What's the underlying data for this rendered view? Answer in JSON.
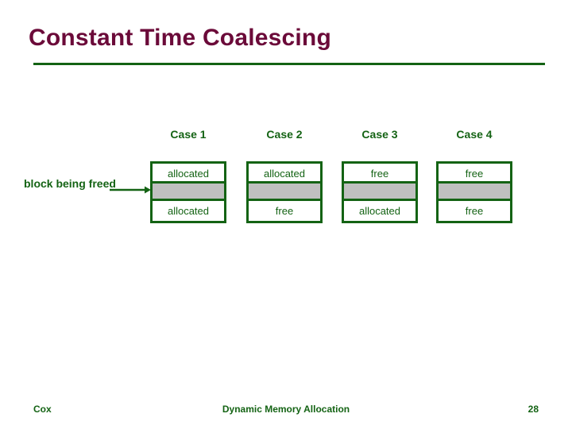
{
  "slide": {
    "title": "Constant Time Coalescing",
    "title_color": "#6b0a39",
    "rule_color": "#146314"
  },
  "diagram": {
    "annotation": {
      "label": "block being freed",
      "arrow_icon": "right-arrow-icon"
    },
    "colors": {
      "border": "#146314",
      "text": "#146314",
      "freed_block_fill": "#c0c0c0",
      "neighbor_fill": "#ffffff"
    },
    "cases": [
      {
        "header": "Case 1",
        "prev_block": "allocated",
        "freed_block": "",
        "next_block": "allocated"
      },
      {
        "header": "Case 2",
        "prev_block": "allocated",
        "freed_block": "",
        "next_block": "free"
      },
      {
        "header": "Case 3",
        "prev_block": "free",
        "freed_block": "",
        "next_block": "allocated"
      },
      {
        "header": "Case 4",
        "prev_block": "free",
        "freed_block": "",
        "next_block": "free"
      }
    ]
  },
  "footer": {
    "author": "Cox",
    "center": "Dynamic Memory Allocation",
    "page": "28"
  }
}
